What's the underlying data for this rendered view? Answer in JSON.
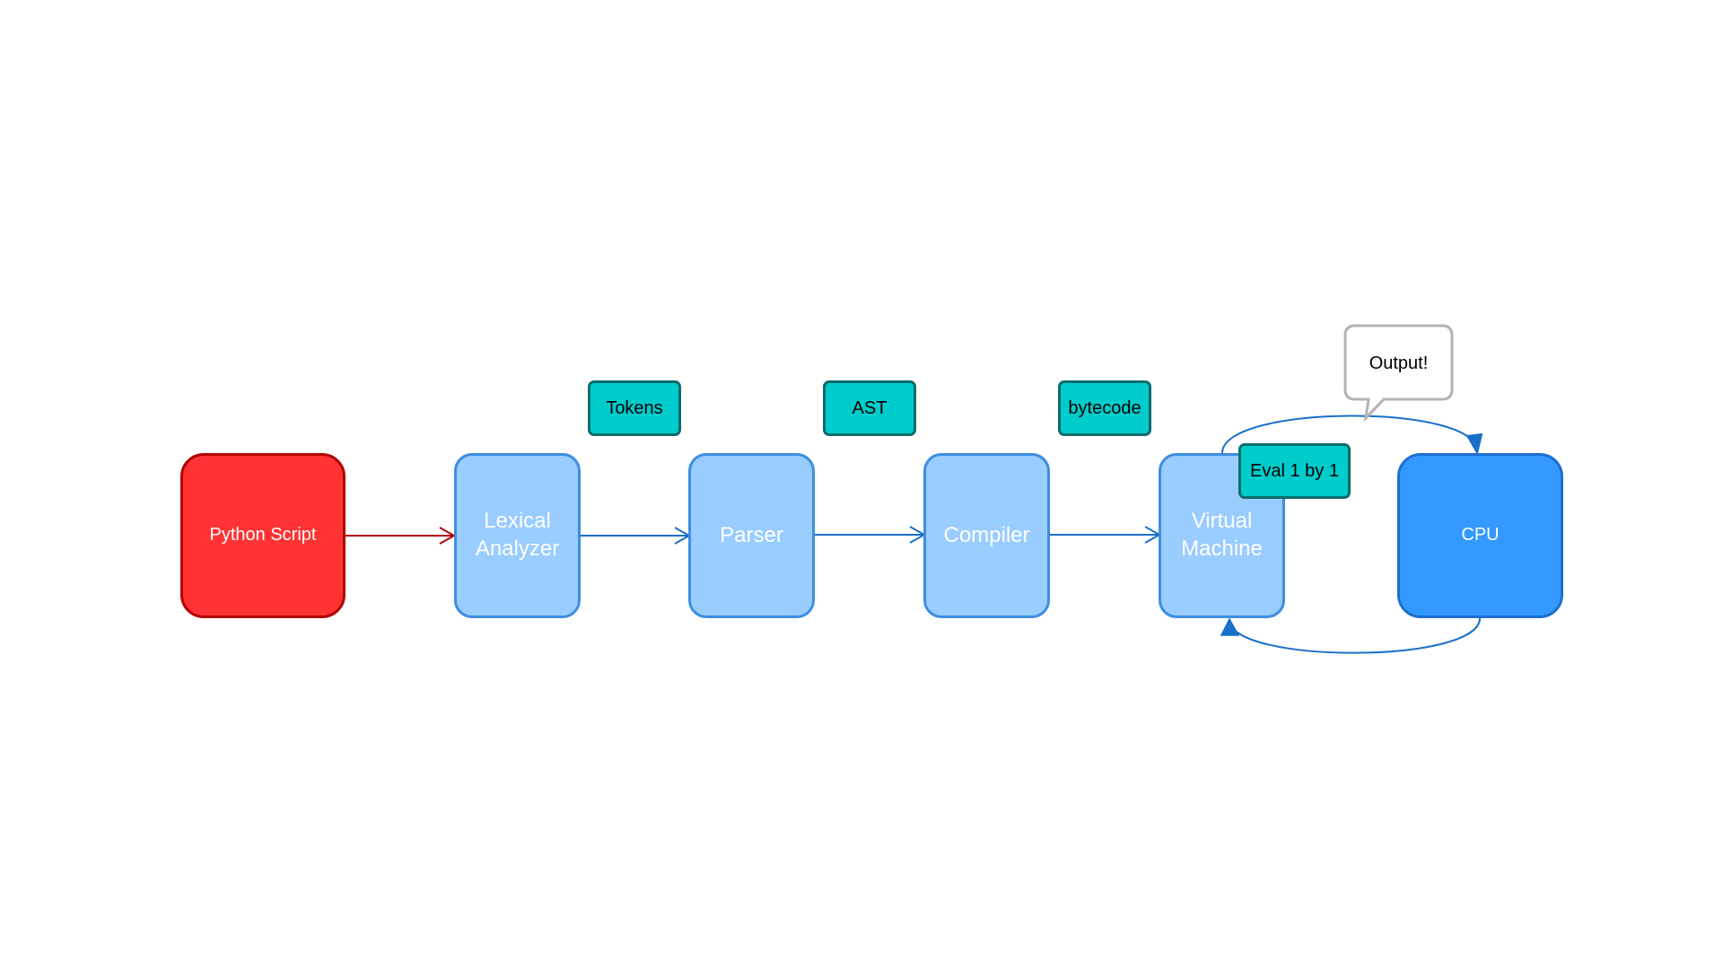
{
  "diagram": {
    "nodes": {
      "python_script": "Python Script",
      "lexical_analyzer": "Lexical\nAnalyzer",
      "parser": "Parser",
      "compiler": "Compiler",
      "virtual_machine": "Virtual\nMachine",
      "cpu": "CPU"
    },
    "edge_labels": {
      "tokens": "Tokens",
      "ast": "AST",
      "bytecode": "bytecode",
      "eval": "Eval 1 by 1"
    },
    "callout": "Output!",
    "colors": {
      "script_fill": "#ff3333",
      "stage_fill": "#99ccff",
      "cpu_fill": "#3399ff",
      "tag_fill": "#00cccc",
      "arrow_blue": "#1a6fc9",
      "arrow_red": "#b30000"
    }
  }
}
